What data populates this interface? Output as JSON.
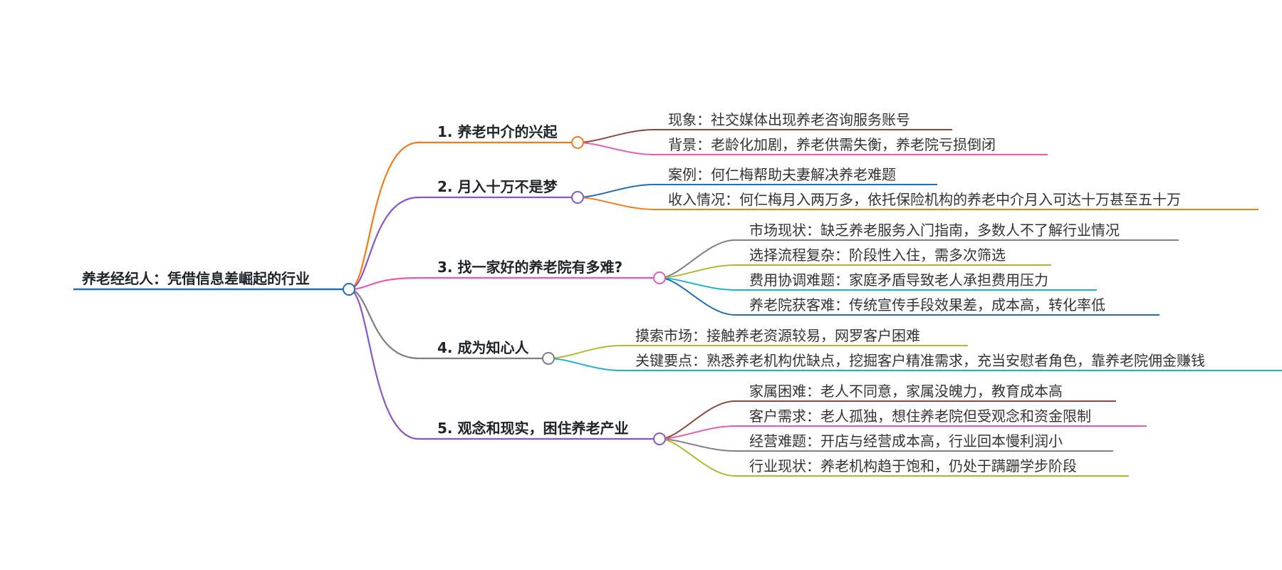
{
  "root": {
    "label": "养老经纪人：凭借信息差崛起的行业",
    "color": "#1f6fb2"
  },
  "branches": [
    {
      "label": "1. 养老中介的兴起",
      "color": "#f07c1a",
      "leaves": [
        {
          "label": "现象：社交媒体出现养老咨询服务账号",
          "color": "#8b4a3a"
        },
        {
          "label": "背景：老龄化加剧，养老供需失衡，养老院亏损倒闭",
          "color": "#e55ab3"
        }
      ]
    },
    {
      "label": "2. 月入十万不是梦",
      "color": "#8a56c7",
      "leaves": [
        {
          "label": "案例：何仁梅帮助夫妻解决养老难题",
          "color": "#1f6fb2"
        },
        {
          "label": "收入情况：何仁梅月入两万多，依托保险机构的养老中介月入可达十万甚至五十万",
          "color": "#f07c1a"
        }
      ]
    },
    {
      "label": "3. 找一家好的养老院有多难?",
      "color": "#e55ab3",
      "leaves": [
        {
          "label": "市场现状：缺乏养老服务入门指南，多数人不了解行业情况",
          "color": "#7f7f7f"
        },
        {
          "label": "选择流程复杂：阶段性入住，需多次筛选",
          "color": "#b4b82a"
        },
        {
          "label": "费用协调难题：家庭矛盾导致老人承担费用压力",
          "color": "#1bb5c9"
        },
        {
          "label": "养老院获客难：传统宣传手段效果差，成本高，转化率低",
          "color": "#1f6fb2"
        }
      ]
    },
    {
      "label": "4. 成为知心人",
      "color": "#7f7f7f",
      "leaves": [
        {
          "label": "摸索市场：接触养老资源较易，网罗客户困难",
          "color": "#b4b82a"
        },
        {
          "label": "关键要点：熟悉养老机构优缺点，挖掘客户精准需求，充当安慰者角色，靠养老院佣金赚钱",
          "color": "#1bb5c9"
        }
      ]
    },
    {
      "label": "5. 观念和现实，困住养老产业",
      "color": "#8a56c7",
      "leaves": [
        {
          "label": "家属困难：老人不同意，家属没魄力，教育成本高",
          "color": "#8b4a3a"
        },
        {
          "label": "客户需求：老人孤独，想住养老院但受观念和资金限制",
          "color": "#e55ab3"
        },
        {
          "label": "经营难题：开店与经营成本高，行业回本慢利润小",
          "color": "#7f7f7f"
        },
        {
          "label": "行业现状：养老机构趋于饱和，仍处于蹒跚学步阶段",
          "color": "#b4b82a"
        }
      ]
    }
  ]
}
